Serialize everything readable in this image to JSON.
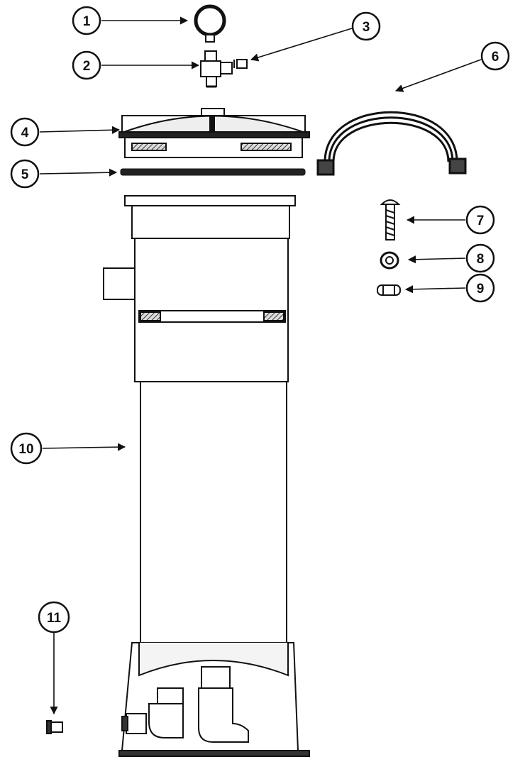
{
  "diagram": {
    "callouts": [
      {
        "id": 1,
        "label": "1"
      },
      {
        "id": 2,
        "label": "2"
      },
      {
        "id": 3,
        "label": "3"
      },
      {
        "id": 4,
        "label": "4"
      },
      {
        "id": 5,
        "label": "5"
      },
      {
        "id": 6,
        "label": "6"
      },
      {
        "id": 7,
        "label": "7"
      },
      {
        "id": 8,
        "label": "8"
      },
      {
        "id": 9,
        "label": "9"
      },
      {
        "id": 10,
        "label": "10"
      },
      {
        "id": 11,
        "label": "11"
      }
    ],
    "colors": {
      "ink": "#111111",
      "paper": "#ffffff",
      "shade": "#e6e6e6",
      "hatch": "#444444"
    }
  }
}
